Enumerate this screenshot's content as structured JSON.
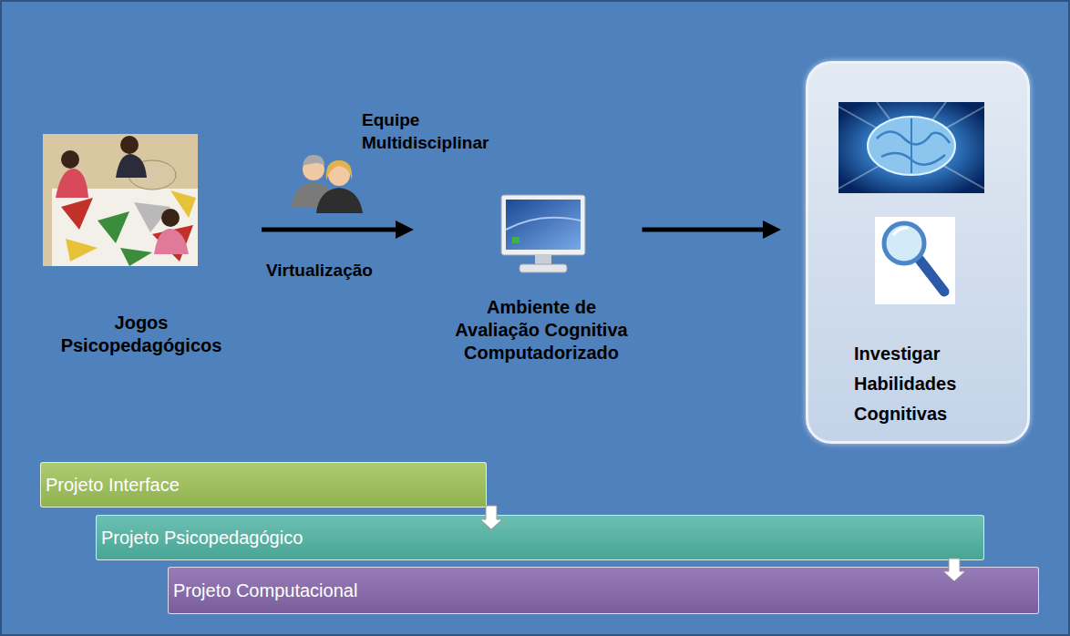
{
  "diagram": {
    "nodes": [
      {
        "text": [
          "Jogos Psicopedagógicos"
        ]
      },
      {
        "text": [
          "Ambiente de Avaliação Cognitiva Computadorizado"
        ]
      },
      {
        "text": [
          "Investigar Habilidades Cognitivas"
        ]
      },
      {
        "text": [
          "Projeto Interface"
        ]
      },
      {
        "text": [
          "Projeto Psicopedagógico"
        ]
      },
      {
        "text": [
          "Projeto Computacional"
        ]
      }
    ],
    "edges": [
      {
        "from": 0,
        "to": 1,
        "arrow": "to",
        "label": "Virtualização"
      },
      {
        "from": 1,
        "to": 2,
        "arrow": "to"
      },
      {
        "from": 3,
        "to": 4,
        "arrow": "to"
      },
      {
        "from": 4,
        "to": 5,
        "arrow": "to"
      }
    ],
    "labels": [
      "Equipe Multidisciplinar"
    ]
  }
}
